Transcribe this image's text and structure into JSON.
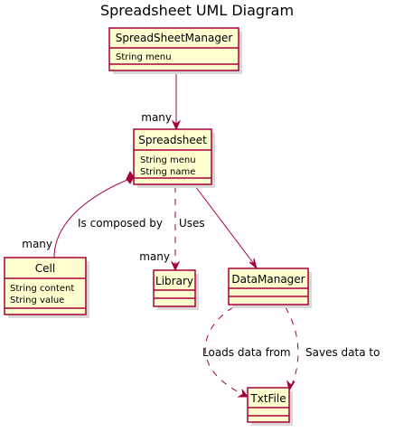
{
  "title": "Spreadsheet UML Diagram",
  "colors": {
    "class_fill": "#FEFECE",
    "class_border": "#A80036",
    "edge": "#A80036"
  },
  "classes": [
    {
      "name": "SpreadSheetManager",
      "attributes": [
        "String menu"
      ]
    },
    {
      "name": "Spreadsheet",
      "attributes": [
        "String menu",
        "String name"
      ]
    },
    {
      "name": "Cell",
      "attributes": [
        "String content",
        "String value"
      ]
    },
    {
      "name": "Library",
      "attributes": []
    },
    {
      "name": "DataManager",
      "attributes": []
    },
    {
      "name": "TxtFile",
      "attributes": []
    }
  ],
  "relations": [
    {
      "from": "SpreadSheetManager",
      "to": "Spreadsheet",
      "type": "association",
      "label": "",
      "target_multiplicity": "many"
    },
    {
      "from": "Spreadsheet",
      "to": "Cell",
      "type": "composition",
      "label": "Is composed by",
      "target_multiplicity": "many"
    },
    {
      "from": "Spreadsheet",
      "to": "Library",
      "type": "dependency",
      "label": "Uses",
      "target_multiplicity": "many"
    },
    {
      "from": "Spreadsheet",
      "to": "DataManager",
      "type": "association",
      "label": "",
      "target_multiplicity": ""
    },
    {
      "from": "DataManager",
      "to": "TxtFile",
      "type": "dependency",
      "label": "Loads data from",
      "target_multiplicity": ""
    },
    {
      "from": "DataManager",
      "to": "TxtFile",
      "type": "dependency",
      "label": "Saves data to",
      "target_multiplicity": ""
    }
  ]
}
